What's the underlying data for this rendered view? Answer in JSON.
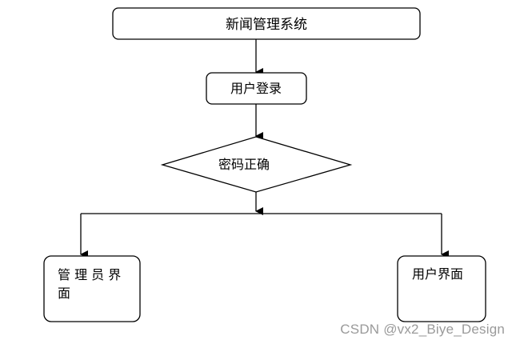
{
  "diagram": {
    "title_node": "新闻管理系统",
    "login_node": "用户登录",
    "decision_node": "密码正确",
    "admin_node": {
      "line1": "管 理 员 界",
      "line2": "面"
    },
    "user_node": "用户界面"
  },
  "watermark": "CSDN @vx2_Biye_Design"
}
